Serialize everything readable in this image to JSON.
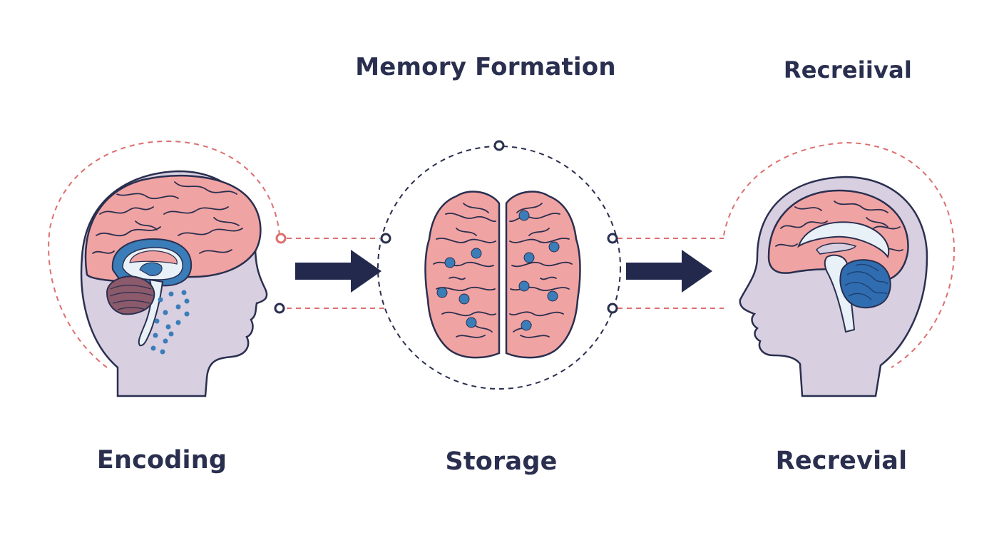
{
  "diagram": {
    "title": "Memory Formation",
    "top_right_label": "Recreiival",
    "stages": [
      {
        "id": "encoding",
        "label": "Encoding"
      },
      {
        "id": "storage",
        "label": "Storage"
      },
      {
        "id": "retrieval",
        "label": "Recrevial"
      }
    ],
    "icons": [
      "head-with-brain-encoding-icon",
      "brain-with-stored-memories-icon",
      "head-with-brain-retrieval-icon",
      "arrow-right-icon"
    ],
    "colors": {
      "text": "#2a2f4f",
      "brain_pink": "#f0a3a3",
      "brain_outline": "#2a2f4f",
      "head_fill": "#d8cfe1",
      "memory_dot_blue": "#3a7db8",
      "dashed_red": "#dd6f6f",
      "dashed_navy": "#2a2f4f"
    }
  }
}
